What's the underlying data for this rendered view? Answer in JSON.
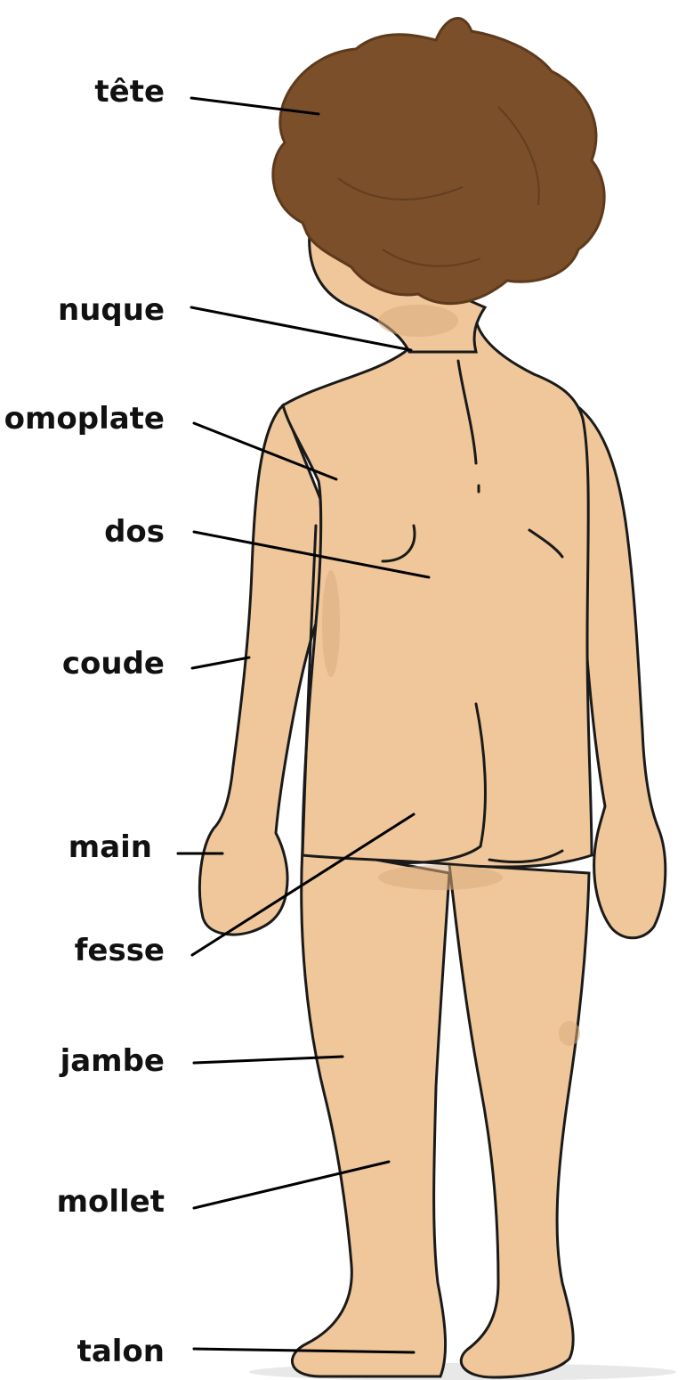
{
  "labels": {
    "tete": "tête",
    "nuque": "nuque",
    "omoplate": "omoplate",
    "dos": "dos",
    "coude": "coude",
    "main": "main",
    "fesse": "fesse",
    "jambe": "jambe",
    "mollet": "mollet",
    "talon": "talon"
  },
  "colors": {
    "skin": "#f0c79a",
    "skin_shadow": "#d9ab7e",
    "hair": "#7a4f2a",
    "hair_dark": "#5e3a1c",
    "outline": "#1a1a1a",
    "leader": "#000000"
  }
}
